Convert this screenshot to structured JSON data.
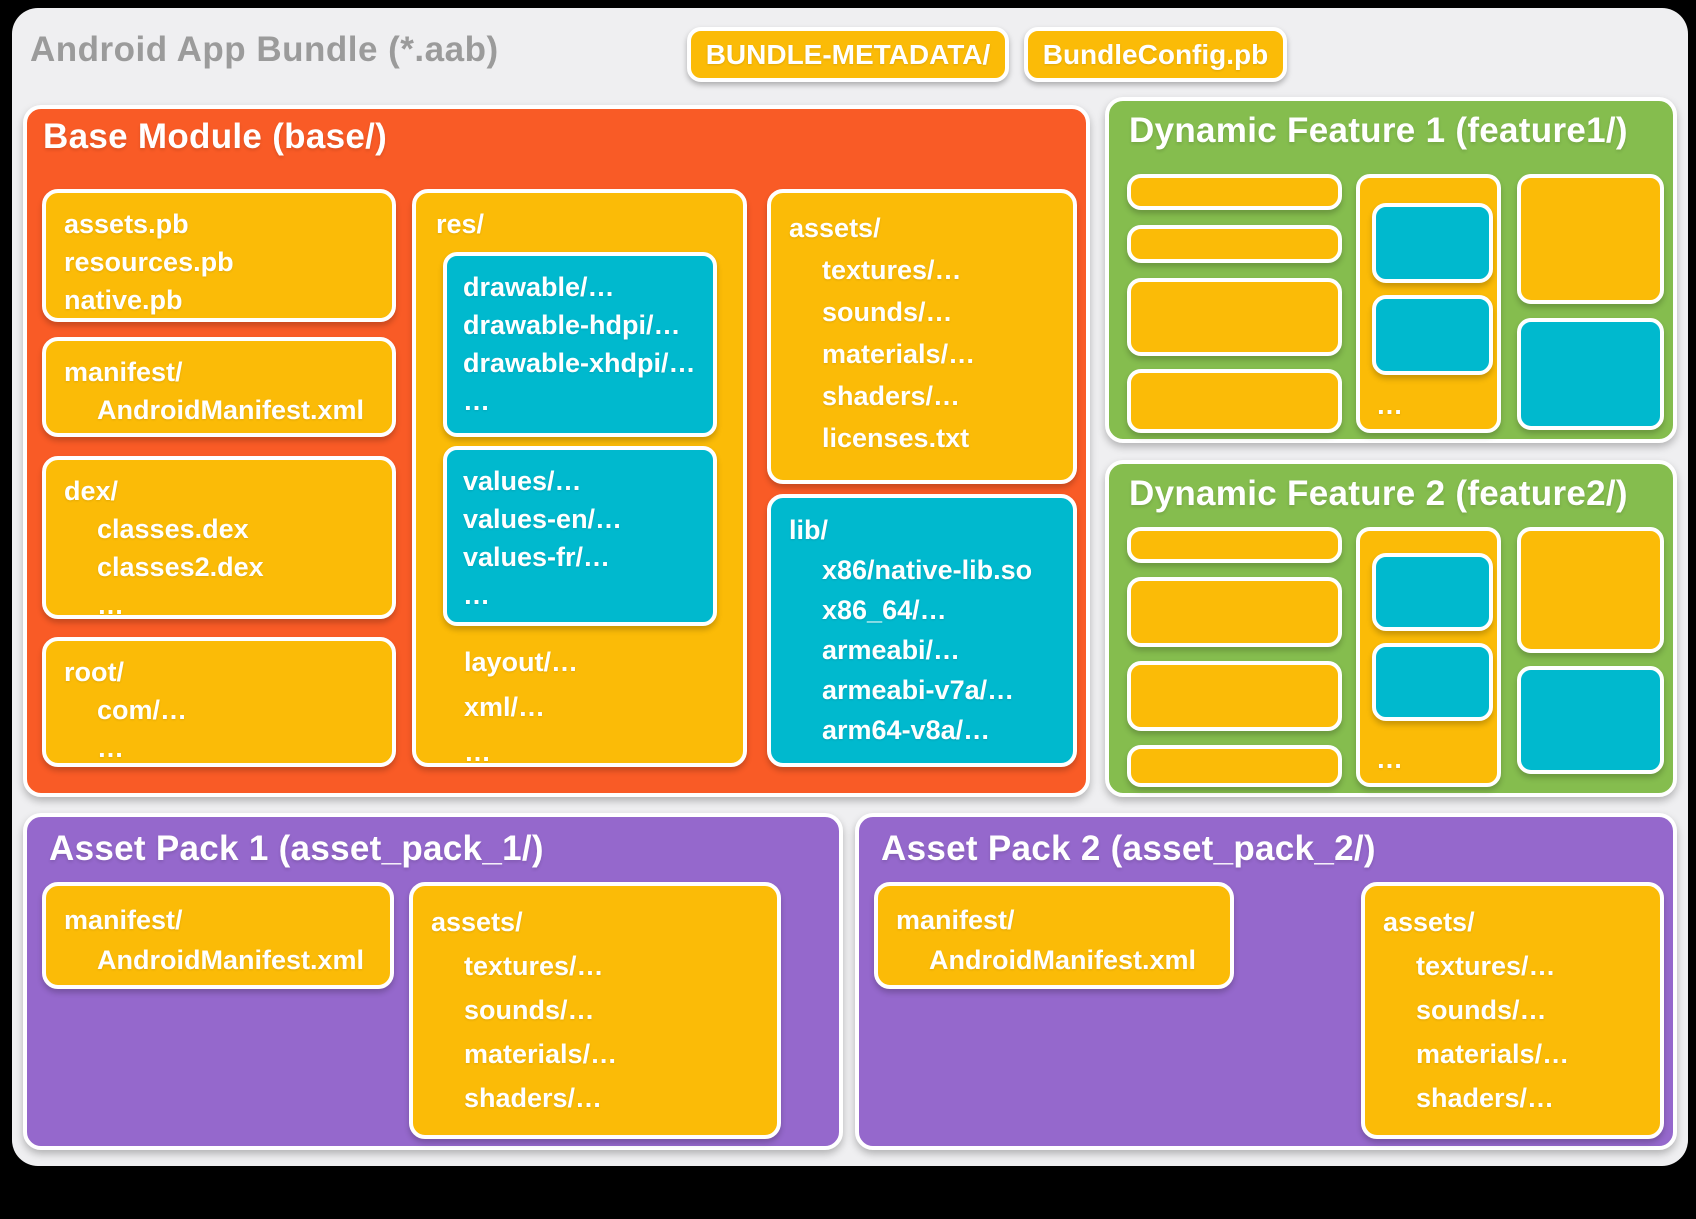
{
  "page_title": "Android App Bundle (*.aab)",
  "header_pills": [
    {
      "label": "BUNDLE-METADATA/"
    },
    {
      "label": "BundleConfig.pb"
    }
  ],
  "colors": {
    "background": "#000000",
    "card": "#EFEFF1",
    "orange": "#F95B26",
    "yellow": "#FBBB07",
    "cyan": "#00B9CE",
    "green": "#85BD4E",
    "purple": "#9568CC",
    "title_text": "#9B9B9B",
    "box_text": "#FFFFFF"
  },
  "base_module": {
    "title": "Base Module (base/)",
    "column1_boxes": [
      {
        "name": "bundle-proto-box",
        "color": "yellow",
        "lines": [
          {
            "text": "assets.pb",
            "indent": 0
          },
          {
            "text": "resources.pb",
            "indent": 0
          },
          {
            "text": "native.pb",
            "indent": 0
          }
        ]
      },
      {
        "name": "manifest-box",
        "color": "yellow",
        "lines": [
          {
            "text": "manifest/",
            "indent": 0
          },
          {
            "text": "AndroidManifest.xml",
            "indent": 1
          }
        ]
      },
      {
        "name": "dex-box",
        "color": "yellow",
        "lines": [
          {
            "text": "dex/",
            "indent": 0
          },
          {
            "text": "classes.dex",
            "indent": 1
          },
          {
            "text": "classes2.dex",
            "indent": 1
          },
          {
            "text": "…",
            "indent": 1
          }
        ]
      },
      {
        "name": "root-box",
        "color": "yellow",
        "lines": [
          {
            "text": "root/",
            "indent": 0
          },
          {
            "text": "com/…",
            "indent": 1
          },
          {
            "text": "…",
            "indent": 1
          }
        ]
      }
    ],
    "res_box": {
      "label": "res/",
      "children": [
        {
          "name": "drawable-box",
          "color": "cyan",
          "lines": [
            {
              "text": "drawable/…",
              "indent": 0
            },
            {
              "text": "drawable-hdpi/…",
              "indent": 0
            },
            {
              "text": "drawable-xhdpi/…",
              "indent": 0
            },
            {
              "text": "…",
              "indent": 0
            }
          ]
        },
        {
          "name": "values-box",
          "color": "cyan",
          "lines": [
            {
              "text": "values/…",
              "indent": 0
            },
            {
              "text": "values-en/…",
              "indent": 0
            },
            {
              "text": "values-fr/…",
              "indent": 0
            },
            {
              "text": "…",
              "indent": 0
            }
          ]
        }
      ],
      "trailing_lines": [
        {
          "text": "layout/…",
          "indent": 0
        },
        {
          "text": "xml/…",
          "indent": 0
        },
        {
          "text": "…",
          "indent": 0
        }
      ]
    },
    "assets_box": {
      "name": "assets-box",
      "color": "yellow",
      "lines": [
        {
          "text": "assets/",
          "indent": 0
        },
        {
          "text": "textures/…",
          "indent": 1
        },
        {
          "text": "sounds/…",
          "indent": 1
        },
        {
          "text": "materials/…",
          "indent": 1
        },
        {
          "text": "shaders/…",
          "indent": 1
        },
        {
          "text": "licenses.txt",
          "indent": 1
        }
      ]
    },
    "lib_box": {
      "name": "lib-box",
      "color": "cyan",
      "lines": [
        {
          "text": "lib/",
          "indent": 0
        },
        {
          "text": "x86/native-lib.so",
          "indent": 1
        },
        {
          "text": "x86_64/…",
          "indent": 1
        },
        {
          "text": "armeabi/…",
          "indent": 1
        },
        {
          "text": "armeabi-v7a/…",
          "indent": 1
        },
        {
          "text": "arm64-v8a/…",
          "indent": 1
        }
      ]
    }
  },
  "dynamic_features": [
    {
      "name": "dynamic-feature-1",
      "title": "Dynamic Feature 1 (feature1/)",
      "left_boxes": [
        "yellow",
        "yellow",
        "yellow",
        "yellow"
      ],
      "middle_boxes": [
        "cyan",
        "cyan"
      ],
      "middle_ellipsis": "…",
      "right_boxes": [
        "yellow",
        "cyan"
      ]
    },
    {
      "name": "dynamic-feature-2",
      "title": "Dynamic Feature 2 (feature2/)",
      "left_boxes": [
        "yellow",
        "yellow",
        "yellow",
        "yellow"
      ],
      "middle_boxes": [
        "cyan",
        "cyan"
      ],
      "middle_ellipsis": "…",
      "right_boxes": [
        "yellow",
        "cyan"
      ]
    }
  ],
  "asset_packs": [
    {
      "name": "asset-pack-1",
      "title": "Asset Pack 1 (asset_pack_1/)",
      "manifest_box": {
        "name": "manifest-box",
        "color": "yellow",
        "lines": [
          {
            "text": "manifest/",
            "indent": 0
          },
          {
            "text": "AndroidManifest.xml",
            "indent": 1
          }
        ]
      },
      "assets_box": {
        "name": "assets-box",
        "color": "yellow",
        "lines": [
          {
            "text": "assets/",
            "indent": 0
          },
          {
            "text": "textures/…",
            "indent": 1
          },
          {
            "text": "sounds/…",
            "indent": 1
          },
          {
            "text": "materials/…",
            "indent": 1
          },
          {
            "text": "shaders/…",
            "indent": 1
          }
        ]
      }
    },
    {
      "name": "asset-pack-2",
      "title": "Asset Pack 2 (asset_pack_2/)",
      "manifest_box": {
        "name": "manifest-box",
        "color": "yellow",
        "lines": [
          {
            "text": "manifest/",
            "indent": 0
          },
          {
            "text": "AndroidManifest.xml",
            "indent": 1
          }
        ]
      },
      "assets_box": {
        "name": "assets-box",
        "color": "yellow",
        "lines": [
          {
            "text": "assets/",
            "indent": 0
          },
          {
            "text": "textures/…",
            "indent": 1
          },
          {
            "text": "sounds/…",
            "indent": 1
          },
          {
            "text": "materials/…",
            "indent": 1
          },
          {
            "text": "shaders/…",
            "indent": 1
          }
        ]
      }
    }
  ]
}
